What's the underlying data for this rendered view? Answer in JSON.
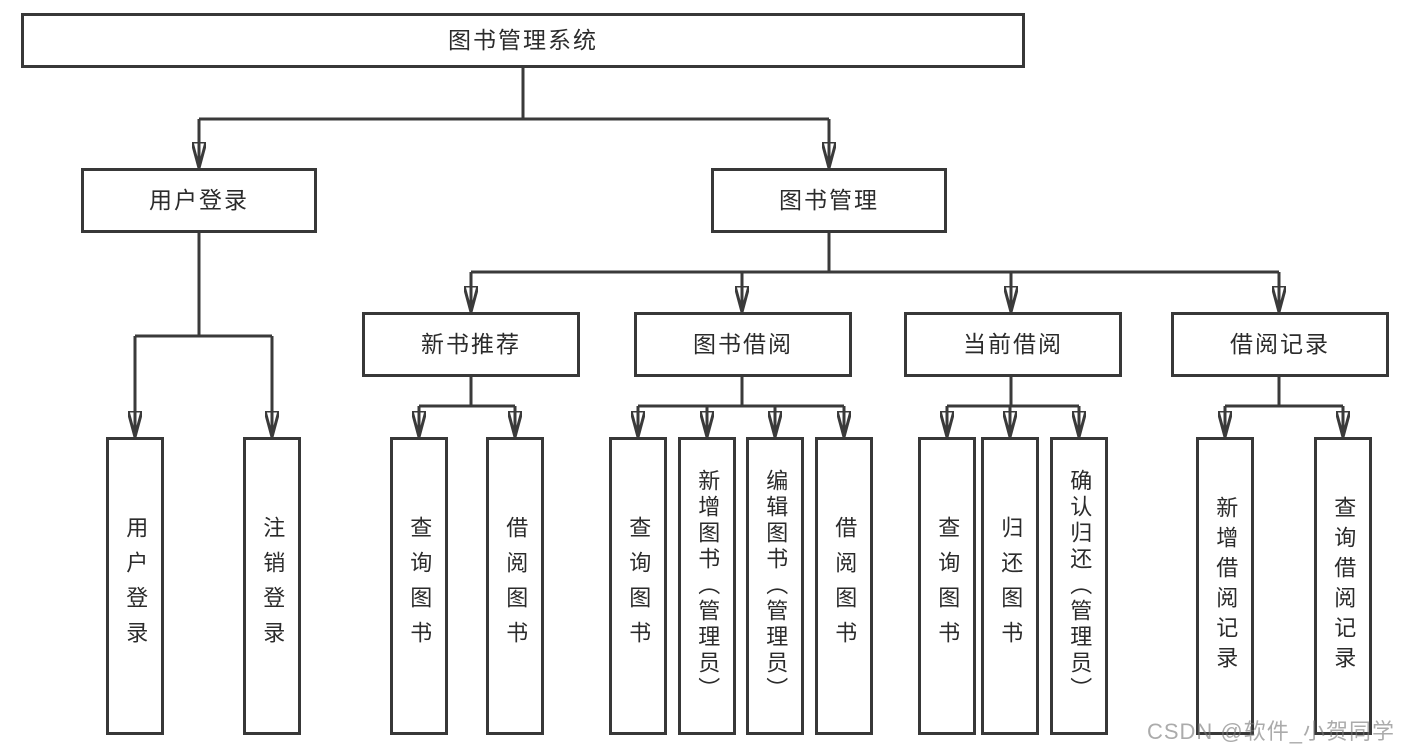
{
  "diagram_title": "图书管理系统",
  "tree": {
    "root": {
      "label": "图书管理系统"
    },
    "user_login": {
      "label": "用户登录",
      "children": [
        "用户登录",
        "注销登录"
      ]
    },
    "book_mgmt": {
      "label": "图书管理"
    },
    "new_book": {
      "label": "新书推荐",
      "children": [
        "查询图书",
        "借阅图书"
      ]
    },
    "book_borrow": {
      "label": "图书借阅",
      "children": [
        "查询图书",
        "新增图书（管理员）",
        "编辑图书（管理员）",
        "借阅图书"
      ]
    },
    "current_borrow": {
      "label": "当前借阅",
      "children": [
        "查询图书",
        "归还图书",
        "确认归还（管理员）"
      ]
    },
    "borrow_record": {
      "label": "借阅记录",
      "children": [
        "新增借阅记录",
        "查询借阅记录"
      ]
    }
  },
  "watermark": "CSDN @软件_小贺同学",
  "colors": {
    "line": "#3a3a3a",
    "box_border": "#383838",
    "text": "#2b2b2b",
    "background": "#ffffff",
    "watermark_gray": "#787878"
  }
}
